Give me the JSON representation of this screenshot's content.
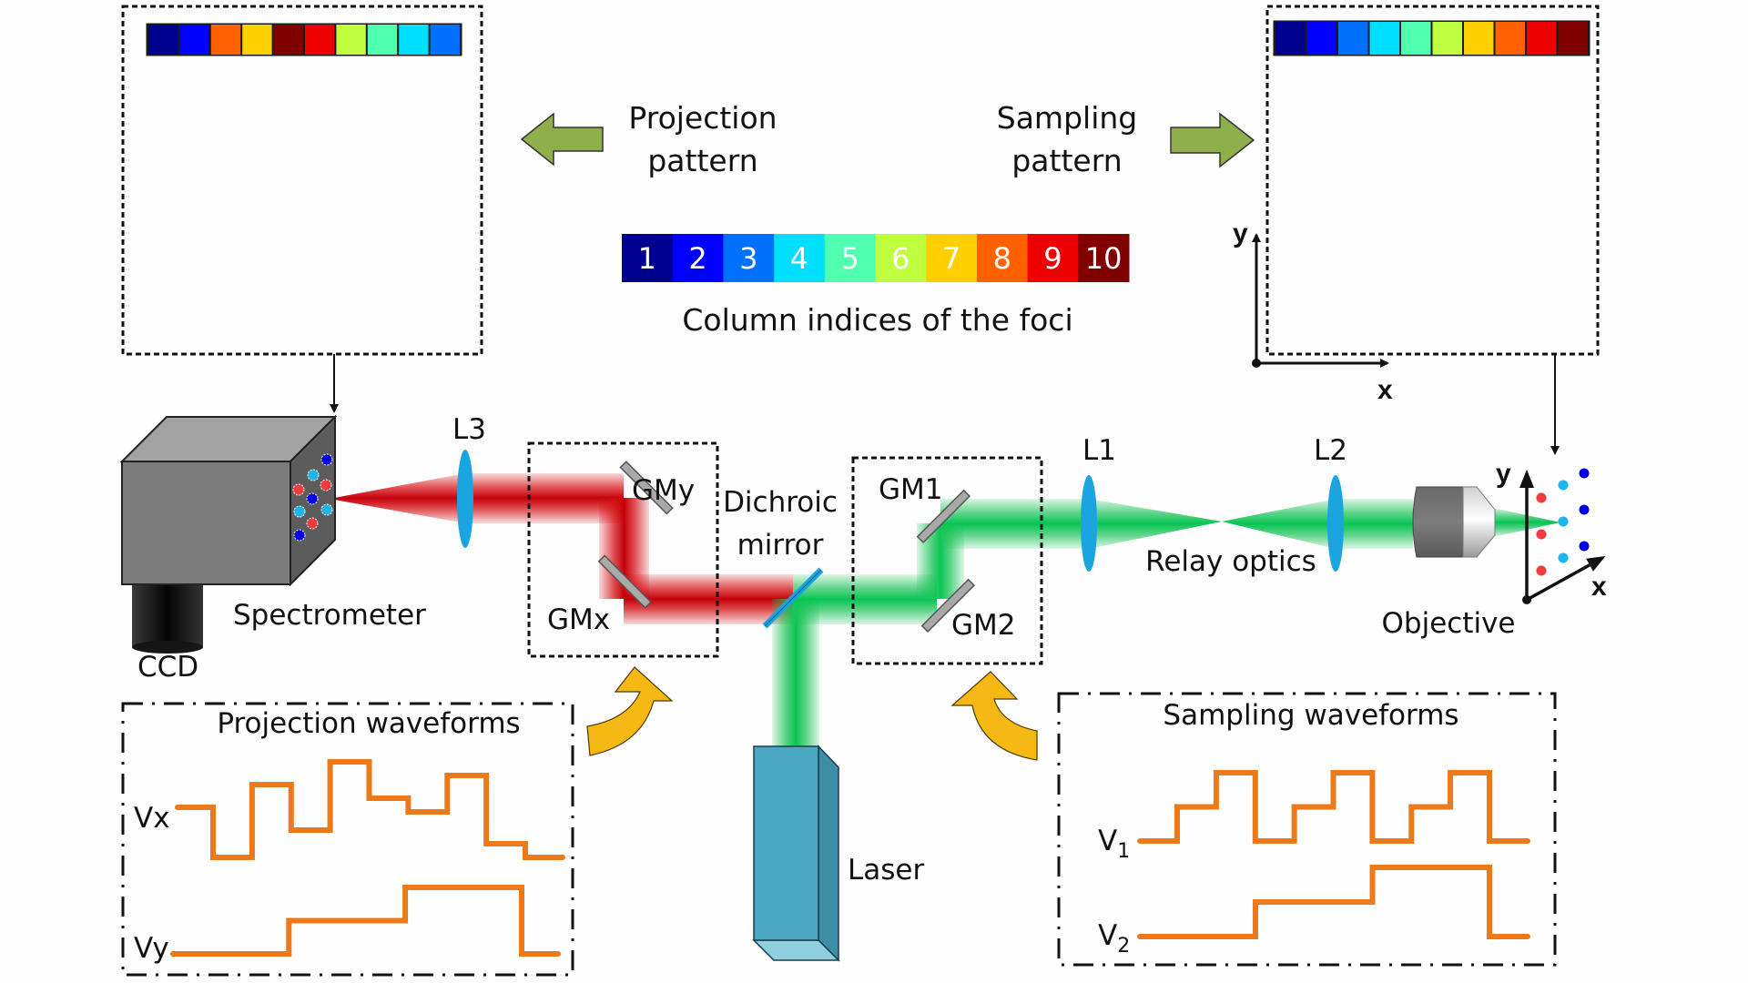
{
  "colors": {
    "laser_green": "#1ec45a",
    "signal_red": "#d40f14",
    "lens_blue": "#1aa5e0",
    "waveform_orange": "#ea7a1c",
    "pattern_arrow_green": "#8fae4c",
    "scan_arrow_yellow": "#f5b815",
    "laser_body": "#49a9c2",
    "spectrometer_body": "#7a7a7a"
  },
  "colormap": [
    "#00008f",
    "#0000ff",
    "#0070ff",
    "#00dfff",
    "#50ffaf",
    "#bfff40",
    "#ffcf00",
    "#ff6000",
    "#ef0000",
    "#800000"
  ],
  "column_index_bar": {
    "labels": [
      "1",
      "2",
      "3",
      "4",
      "5",
      "6",
      "7",
      "8",
      "9",
      "10"
    ],
    "caption": "Column indices of the foci"
  },
  "projection_pattern": {
    "label_line1": "Projection",
    "label_line2": "pattern",
    "column_order": [
      1,
      2,
      8,
      7,
      10,
      9,
      6,
      5,
      4,
      3
    ]
  },
  "sampling_pattern": {
    "label_line1": "Sampling",
    "label_line2": "pattern",
    "column_order": [
      1,
      2,
      3,
      4,
      5,
      6,
      7,
      8,
      9,
      10
    ],
    "axis_x": "x",
    "axis_y": "y"
  },
  "components": {
    "spectrometer": "Spectrometer",
    "ccd": "CCD",
    "l3": "L3",
    "gmy": "GMy",
    "gmx": "GMx",
    "dichroic_line1": "Dichroic",
    "dichroic_line2": "mirror",
    "gm1": "GM1",
    "gm2": "GM2",
    "l1": "L1",
    "l2": "L2",
    "relay": "Relay optics",
    "objective": "Objective",
    "laser": "Laser",
    "sample_axis_x": "x",
    "sample_axis_y": "y"
  },
  "projection_waveforms": {
    "title": "Projection waveforms",
    "vx_label": "Vx",
    "vy_label": "Vy",
    "vx_levels": [
      0.5,
      -0.6,
      1.0,
      0.0,
      1.5,
      0.7,
      0.4,
      1.2,
      -0.3,
      -0.6
    ],
    "vy_levels": [
      0,
      0,
      0,
      1,
      1,
      1,
      2,
      2,
      2,
      0
    ]
  },
  "sampling_waveforms": {
    "title": "Sampling waveforms",
    "v1_label": "V",
    "v1_sub": "1",
    "v2_label": "V",
    "v2_sub": "2",
    "v1_levels": [
      0,
      1,
      2,
      0,
      1,
      2,
      0,
      1,
      2,
      0
    ],
    "v2_levels": [
      0,
      0,
      0,
      1,
      1,
      1,
      2,
      2,
      2,
      0
    ]
  },
  "sample_foci": {
    "columns": [
      {
        "color": "#ef3b3b"
      },
      {
        "color": "#1fb3e8"
      },
      {
        "color": "#0000e0"
      }
    ],
    "rows": 3
  },
  "spectrometer_spots": [
    {
      "color": "#0000e0"
    },
    {
      "color": "#1fb3e8"
    },
    {
      "color": "#ef3b3b"
    },
    {
      "color": "#ef3b3b"
    },
    {
      "color": "#0000e0"
    },
    {
      "color": "#1fb3e8"
    },
    {
      "color": "#1fb3e8"
    },
    {
      "color": "#ef3b3b"
    },
    {
      "color": "#0000e0"
    }
  ]
}
